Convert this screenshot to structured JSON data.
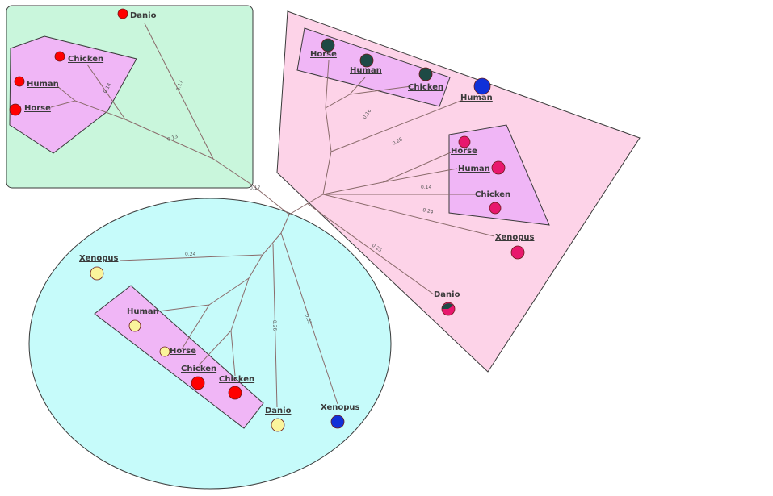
{
  "colors": {
    "green_region": "#c9f6dc",
    "pink_region": "#fdd3e8",
    "cyan_region": "#c6fbfa",
    "inner_group": "#f0b6f6",
    "red": "#ff0000",
    "dark_teal": "#1e4a45",
    "blue": "#1030d8",
    "magenta": "#e8186d",
    "yellow": "#faf49c"
  },
  "labels": {
    "g_danio": "Danio",
    "g_chicken": "Chicken",
    "g_human": "Human",
    "g_horse": "Horse",
    "p_horse": "Horse",
    "p_human": "Human",
    "p_chicken": "Chicken",
    "p_human2": "Human",
    "p_horse2": "Horse",
    "p_human3": "Human",
    "p_chicken2": "Chicken",
    "p_xenopus": "Xenopus",
    "p_danio": "Danio",
    "c_xenopus": "Xenopus",
    "c_human": "Human",
    "c_horse": "Horse",
    "c_chicken": "Chicken",
    "c_chicken2": "Chicken",
    "c_danio": "Danio",
    "c_xenopus2": "Xenopus"
  },
  "branch_labels": {
    "b1": "0.14",
    "b2": "0.17",
    "b3": "0.13",
    "b4": "0.17",
    "b5": "0.16",
    "b6": "0.28",
    "b7": "0.14",
    "b8": "0.24",
    "b9": "0.25",
    "b10": "0.24",
    "b11": "0.26",
    "b12": "0.32"
  }
}
